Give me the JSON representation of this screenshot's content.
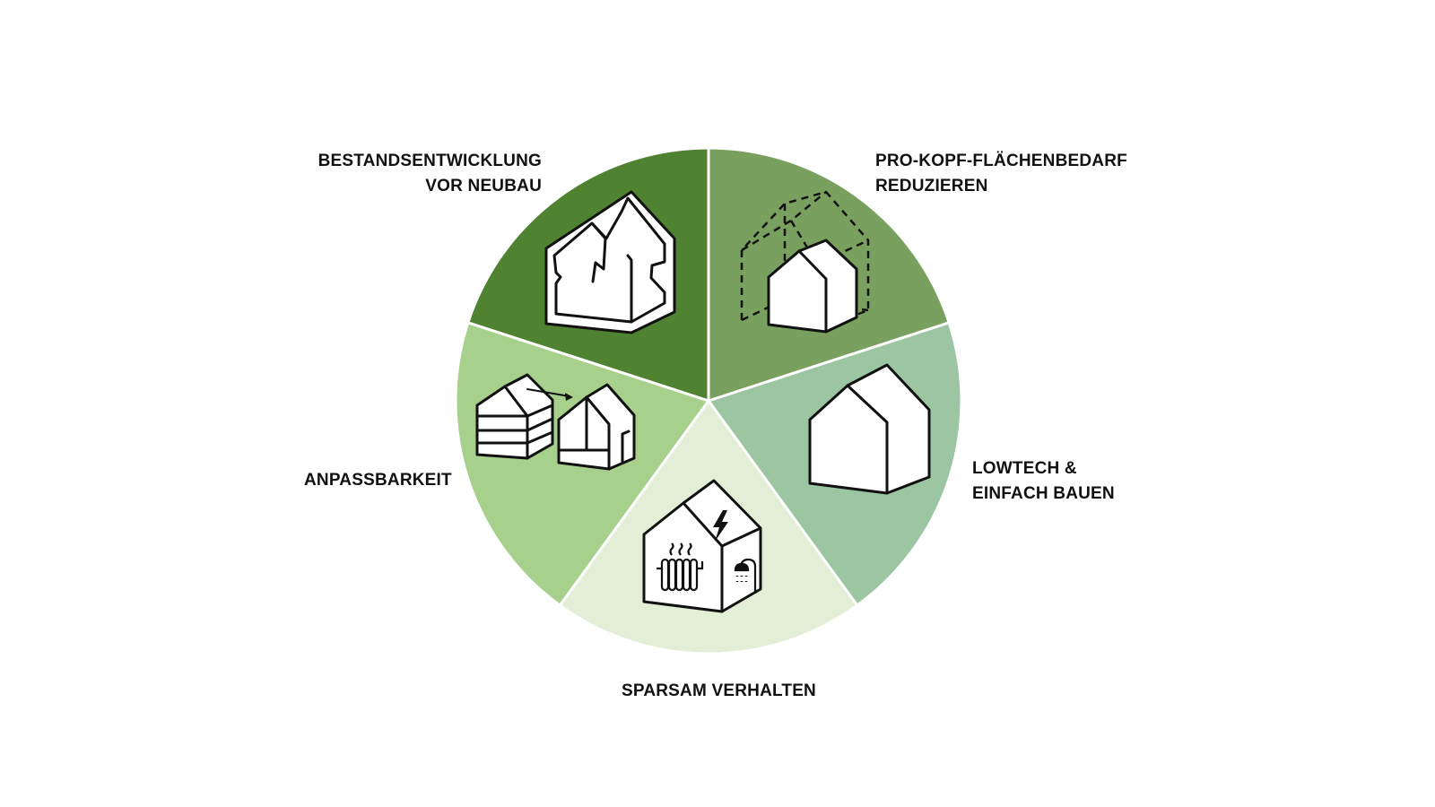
{
  "segments": [
    {
      "id": "bestand",
      "label_lines": [
        "BESTANDSENTWICKLUNG",
        "VOR NEUBAU"
      ],
      "color": "#4f8231",
      "icon": "cracked-house-icon"
    },
    {
      "id": "flaechen",
      "label_lines": [
        "PRO-KOPF-FLÄCHENBEDARF",
        "REDUZIEREN"
      ],
      "color": "#7aa05f",
      "icon": "dashed-house-icon"
    },
    {
      "id": "lowtech",
      "label_lines": [
        "LOWTECH &",
        "EINFACH BAUEN"
      ],
      "color": "#9bc6a1",
      "icon": "simple-house-icon"
    },
    {
      "id": "sparsam",
      "label_lines": [
        "SPARSAM VERHALTEN"
      ],
      "color": "#e2efd6",
      "icon": "energy-house-icon"
    },
    {
      "id": "anpass",
      "label_lines": [
        "ANPASSBARKEIT"
      ],
      "color": "#a7d08c",
      "icon": "adaptable-house-icon"
    }
  ]
}
